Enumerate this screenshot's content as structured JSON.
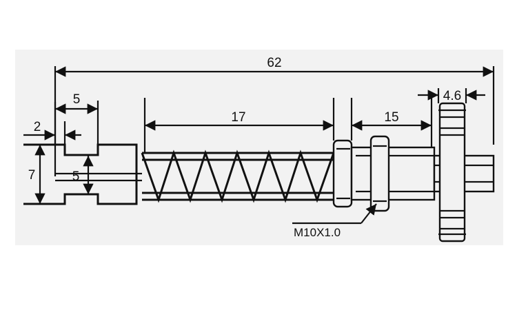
{
  "dimensions": {
    "overall_length": "62",
    "left_tip_width": "2",
    "left_head_length": "5",
    "overall_height": "7",
    "shaft_diameter": "5",
    "spring_length": "17",
    "body_length": "15",
    "hose_barb_width": "4.6"
  },
  "thread_callout": "M10X1.0",
  "colors": {
    "background_panel": "#f2f2f2",
    "line": "#111111"
  }
}
